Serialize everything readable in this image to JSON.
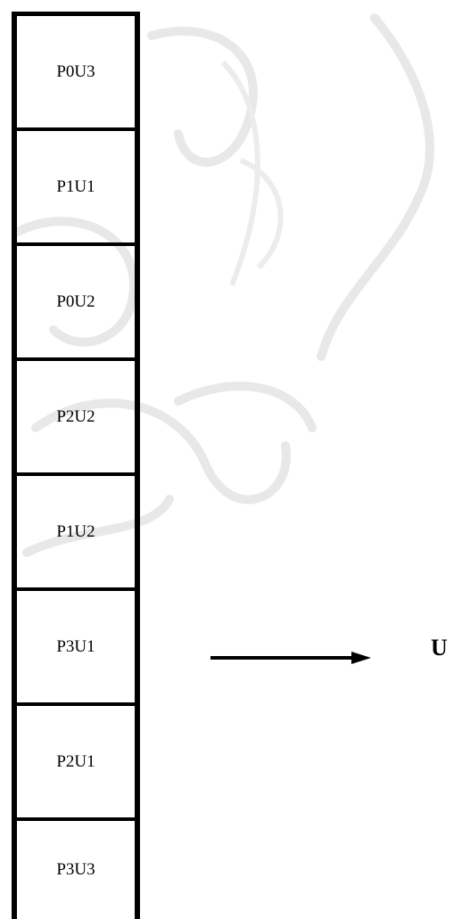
{
  "stack": {
    "cells": [
      {
        "label": "P0U3"
      },
      {
        "label": "P1U1"
      },
      {
        "label": "P0U2"
      },
      {
        "label": "P2U2"
      },
      {
        "label": "P1U2"
      },
      {
        "label": "P3U1"
      },
      {
        "label": "P2U1"
      },
      {
        "label": "P3U3"
      }
    ]
  },
  "arrow": {
    "label": "U"
  },
  "colors": {
    "stroke": "#000000",
    "background": "#ffffff",
    "watermark": "#e6e6e6"
  }
}
